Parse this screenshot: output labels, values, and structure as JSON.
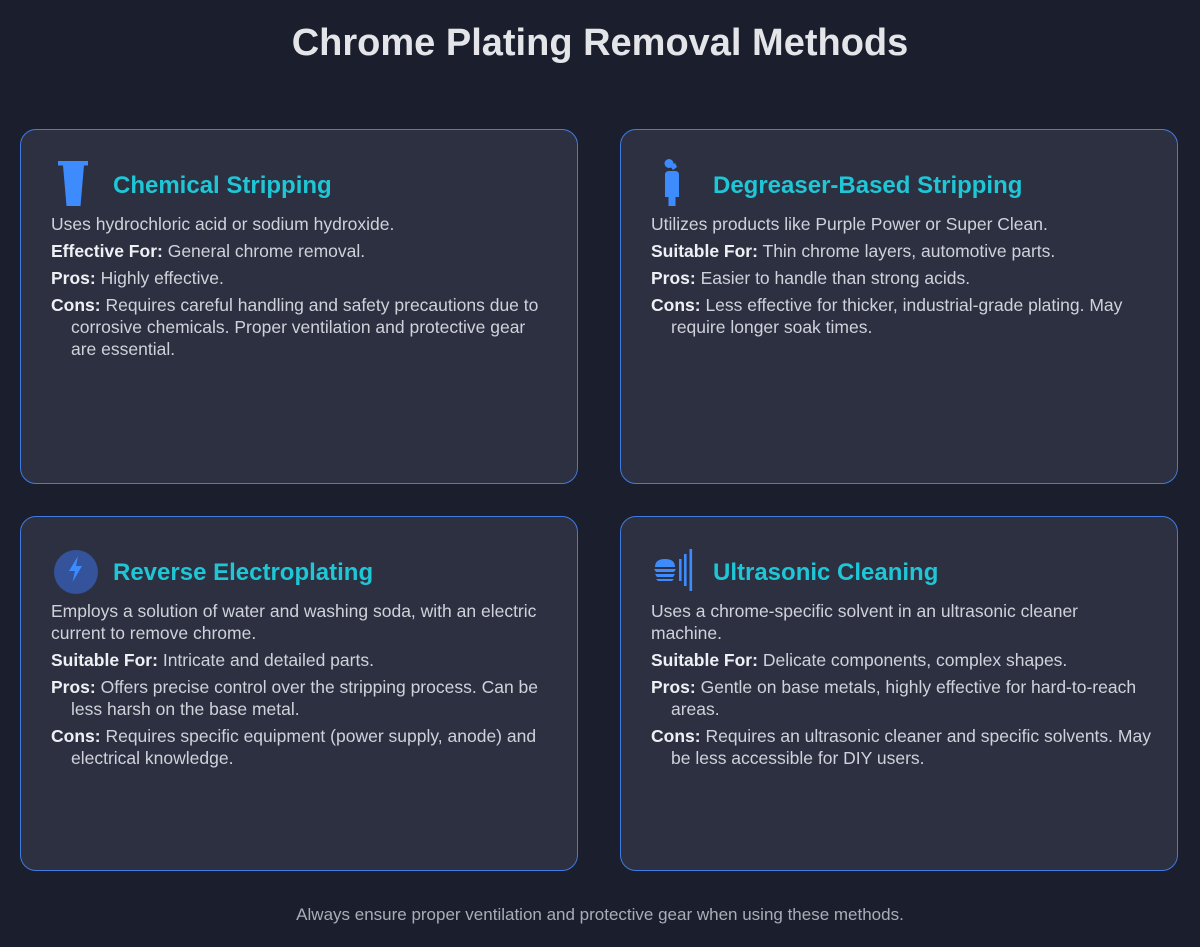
{
  "page": {
    "title": "Chrome Plating Removal Methods",
    "footer": "Always ensure proper ventilation and protective gear when using these methods."
  },
  "colors": {
    "background": "#1b1e2c",
    "card_background": "#2c3041",
    "card_border": "#3f7be0",
    "title_accent": "#1fc6d6",
    "icon_blue": "#3d8bfd"
  },
  "methods": [
    {
      "icon": "beaker-icon",
      "title": "Chemical Stripping",
      "description": "Uses hydrochloric acid or sodium hydroxide.",
      "items": [
        {
          "label": "Effective For:",
          "text": "General chrome removal."
        },
        {
          "label": "Pros:",
          "text": "Highly effective."
        },
        {
          "label": "Cons:",
          "text": "Requires careful handling and safety precautions due to corrosive chemicals. Proper ventilation and protective gear are essential."
        }
      ]
    },
    {
      "icon": "spray-bottle-icon",
      "title": "Degreaser-Based Stripping",
      "description": "Utilizes products like Purple Power or Super Clean.",
      "items": [
        {
          "label": "Suitable For:",
          "text": "Thin chrome layers, automotive parts."
        },
        {
          "label": "Pros:",
          "text": "Easier to handle than strong acids."
        },
        {
          "label": "Cons:",
          "text": "Less effective for thicker, industrial-grade plating. May require longer soak times."
        }
      ]
    },
    {
      "icon": "lightning-bolt-icon",
      "title": "Reverse Electroplating",
      "description": "Employs a solution of water and washing soda, with an electric current to remove chrome.",
      "items": [
        {
          "label": "Suitable For:",
          "text": "Intricate and detailed parts."
        },
        {
          "label": "Pros:",
          "text": "Offers precise control over the stripping process. Can be less harsh on the base metal."
        },
        {
          "label": "Cons:",
          "text": "Requires specific equipment (power supply, anode) and electrical knowledge."
        }
      ]
    },
    {
      "icon": "sound-waves-icon",
      "title": "Ultrasonic Cleaning",
      "description": "Uses a chrome-specific solvent in an ultrasonic cleaner machine.",
      "items": [
        {
          "label": "Suitable For:",
          "text": "Delicate components, complex shapes."
        },
        {
          "label": "Pros:",
          "text": "Gentle on base metals, highly effective for hard-to-reach areas."
        },
        {
          "label": "Cons:",
          "text": "Requires an ultrasonic cleaner and specific solvents. May be less accessible for DIY users."
        }
      ]
    }
  ]
}
